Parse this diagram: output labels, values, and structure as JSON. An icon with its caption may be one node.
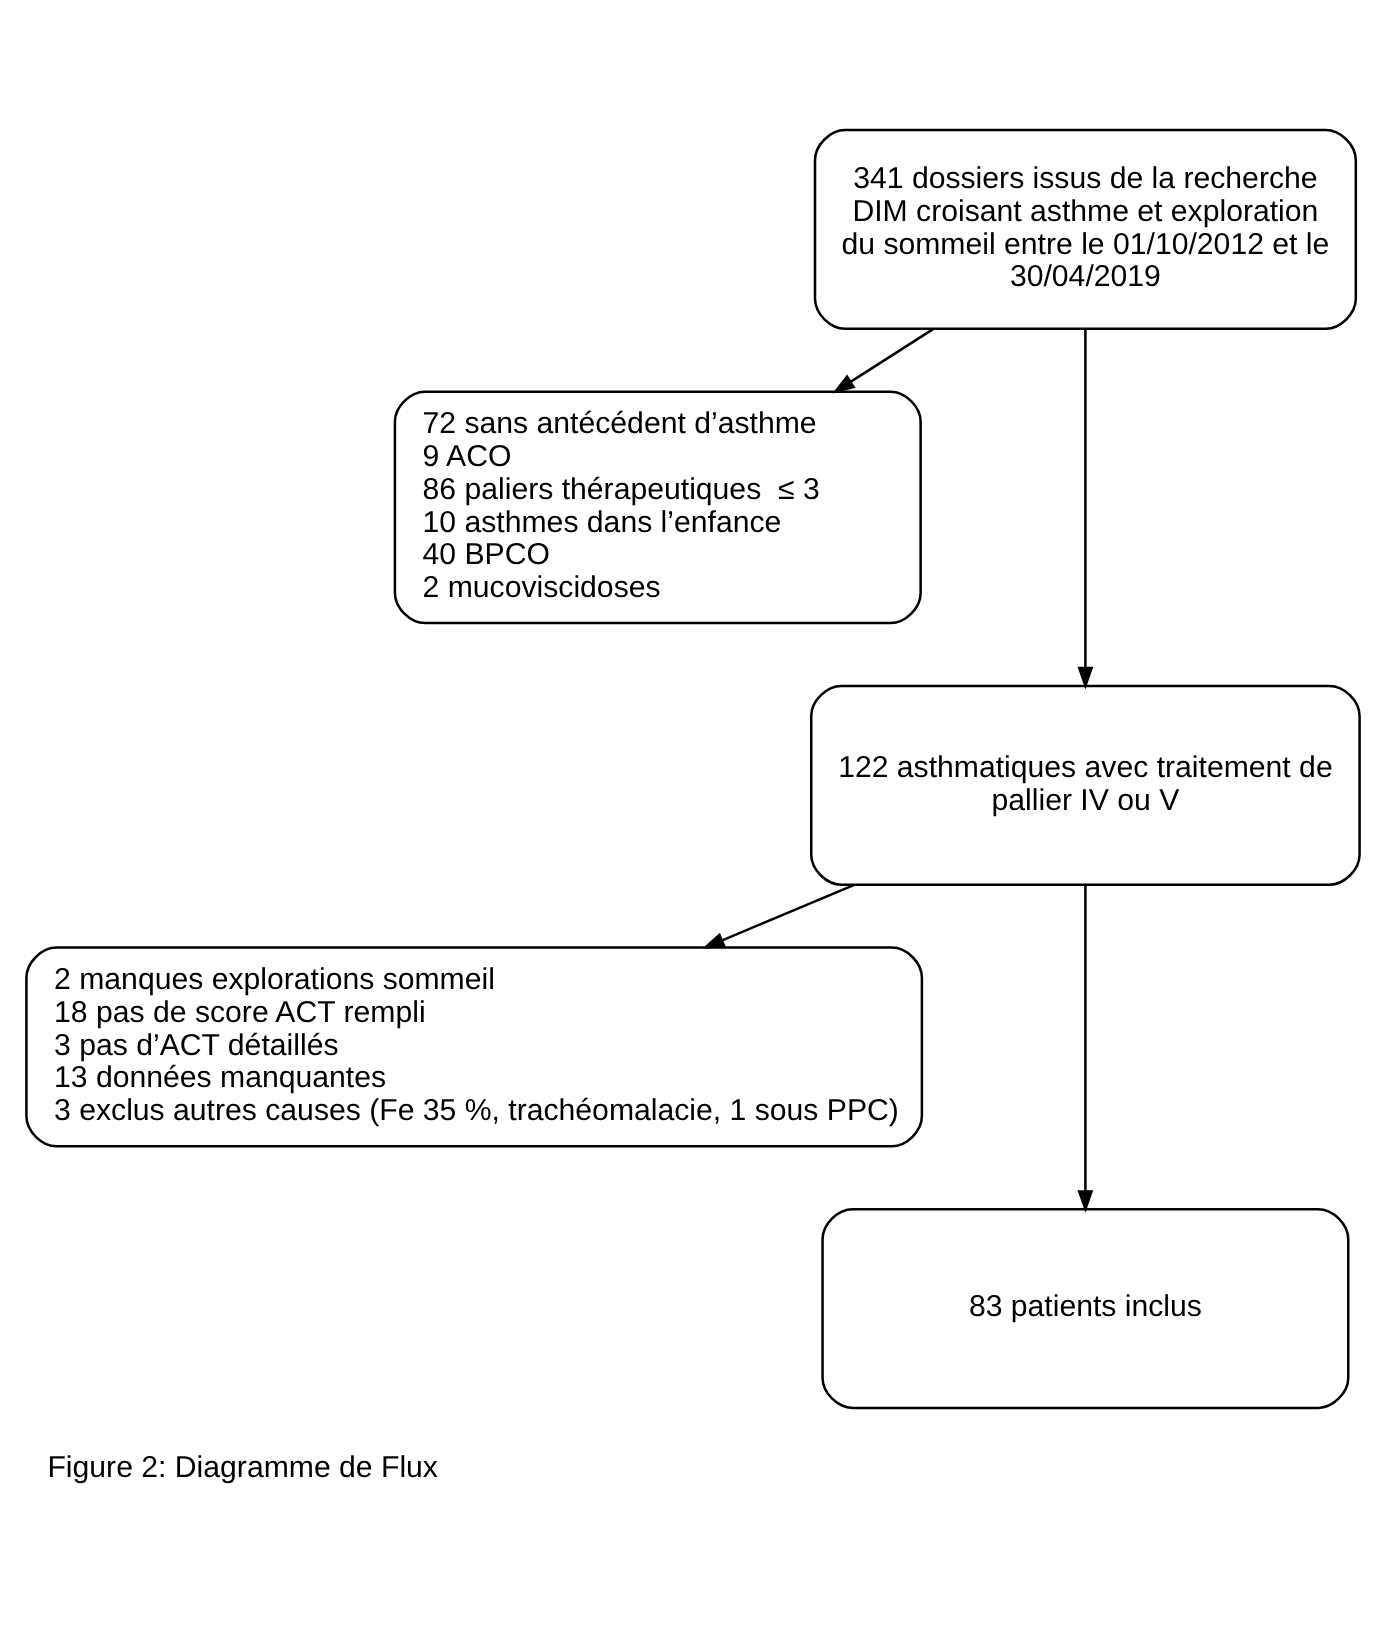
{
  "diagram": {
    "caption": "Figure 2: Diagramme de Flux",
    "nodes": [
      {
        "text": [
          "341 dossiers issus de la recherche DIM croisant asthme et exploration du sommeil entre le 01/10/2012 et le 30/04/2019"
        ]
      },
      {
        "text": [
          "72 sans antécédent d’asthme",
          "9 ACO",
          "86 paliers thérapeutiques  ≤ 3",
          "10 asthmes dans l’enfance",
          "40 BPCO",
          "2 mucoviscidoses"
        ]
      },
      {
        "text": [
          "122 asthmatiques avec traitement de pallier IV ou V"
        ]
      },
      {
        "text": [
          "2 manques explorations sommeil",
          "18 pas de score ACT rempli",
          "3 pas d’ACT détaillés",
          "13 données manquantes",
          "3 exclus autres causes (Fe 35 %, trachéomalacie, 1 sous PPC)"
        ]
      },
      {
        "text": [
          "83 patients inclus"
        ]
      }
    ],
    "edges": [
      {
        "from": 0,
        "to": 2,
        "arrow": "to"
      },
      {
        "from": 0,
        "to": 1,
        "arrow": "to"
      },
      {
        "from": 2,
        "to": 4,
        "arrow": "to"
      },
      {
        "from": 2,
        "to": 3,
        "arrow": "to"
      }
    ]
  }
}
